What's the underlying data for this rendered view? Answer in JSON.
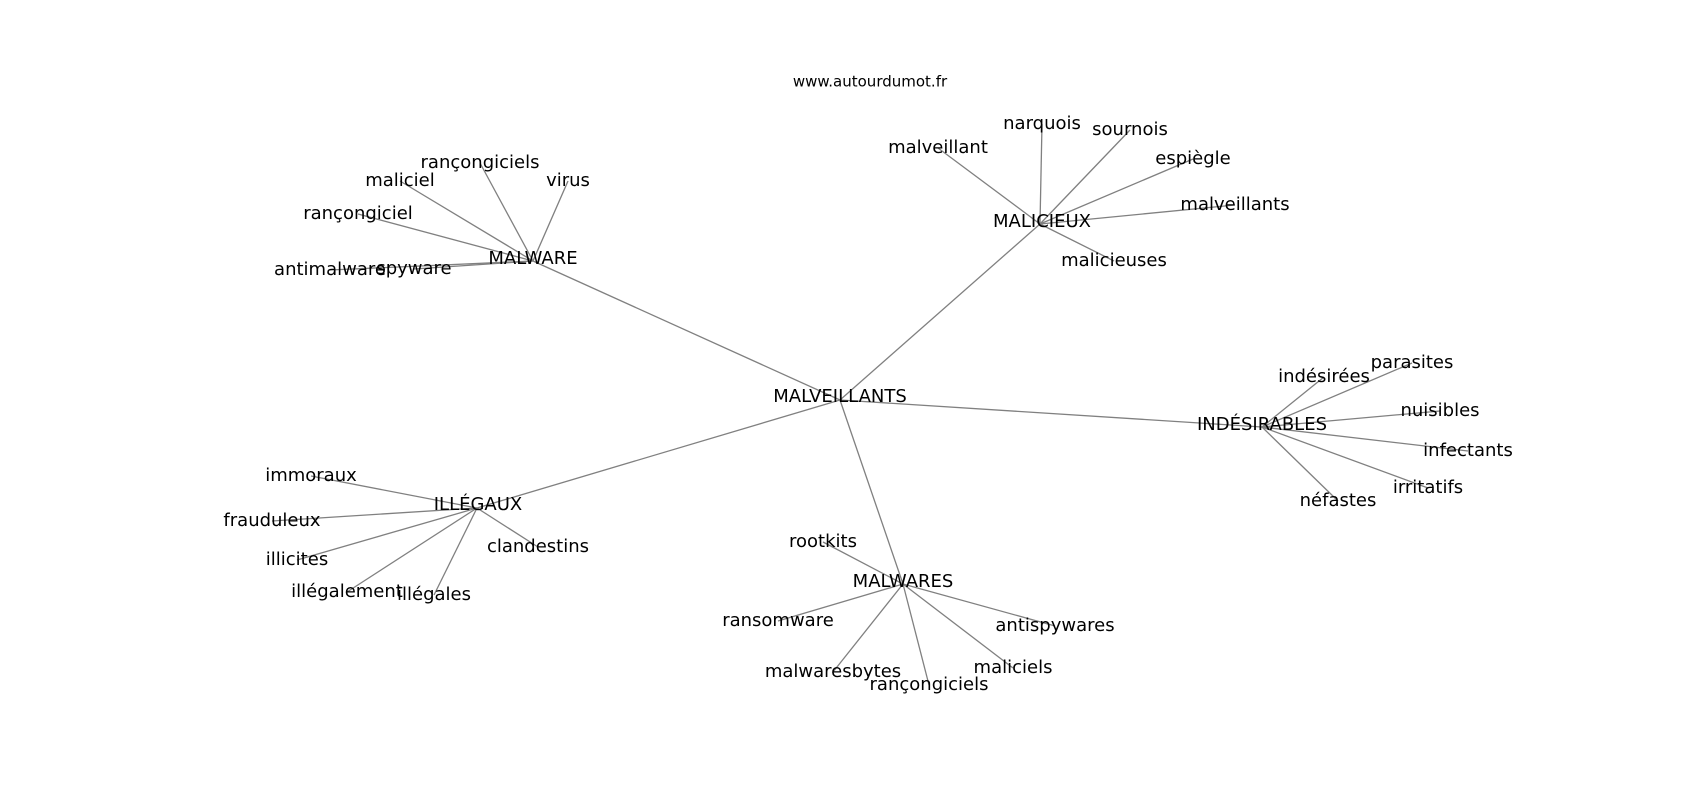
{
  "site": "www.autourdumot.fr",
  "center": "MALVEILLANTS",
  "clusters": [
    {
      "hub": "MALWARE",
      "leaves": [
        "rançongiciels",
        "virus",
        "maliciel",
        "rançongiciel",
        "spyware",
        "antimalware"
      ]
    },
    {
      "hub": "MALICIEUX",
      "leaves": [
        "narquois",
        "sournois",
        "malveillant",
        "espiègle",
        "malveillants",
        "malicieuses"
      ]
    },
    {
      "hub": "INDÉSIRABLES",
      "leaves": [
        "parasites",
        "indésirées",
        "nuisibles",
        "infectants",
        "irritatifs",
        "néfastes"
      ]
    },
    {
      "hub": "ILLÉGAUX",
      "leaves": [
        "immoraux",
        "frauduleux",
        "clandestins",
        "illicites",
        "illégales",
        "illégalement"
      ]
    },
    {
      "hub": "MALWARES",
      "leaves": [
        "rootkits",
        "antispywares",
        "ransomware",
        "maliciels",
        "malwaresbytes",
        "rançongiciels"
      ]
    }
  ]
}
